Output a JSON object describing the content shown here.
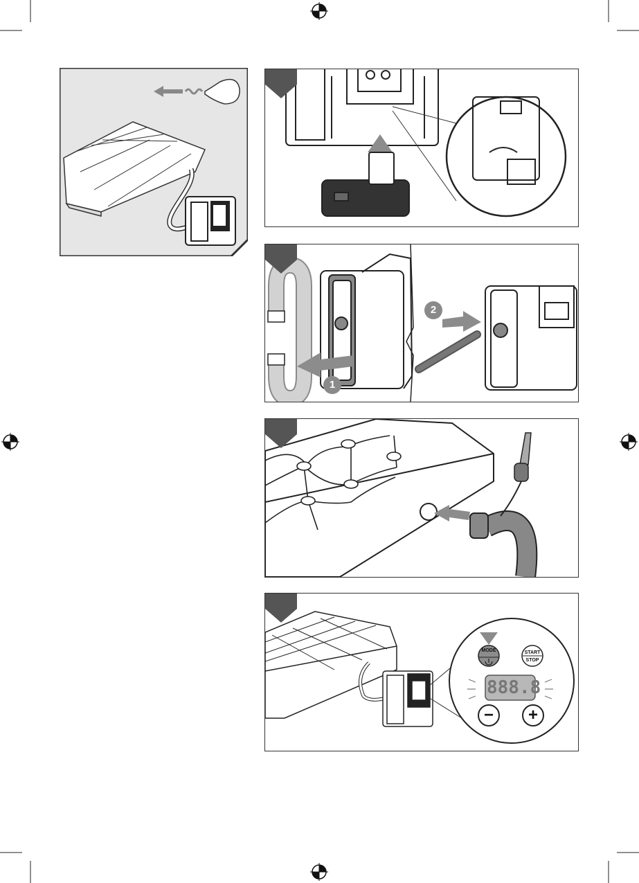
{
  "step_badges": {
    "remove_hose": "1",
    "insert_hose": "2"
  },
  "control_panel": {
    "mode_label": "MODE",
    "start_label": "START",
    "stop_label": "STOP",
    "display_text": "888.8",
    "minus_symbol": "−",
    "plus_symbol": "+"
  },
  "colors": {
    "tab": "#555555",
    "frame": "#333333",
    "panel_bg": "#e6e6e6",
    "arrow": "#8c8c8c",
    "display": "#b8b8b8"
  },
  "icons": [
    "registration-mark-icon",
    "crop-mark-icon",
    "arrow-icon",
    "balloon-icon",
    "power-icon"
  ]
}
